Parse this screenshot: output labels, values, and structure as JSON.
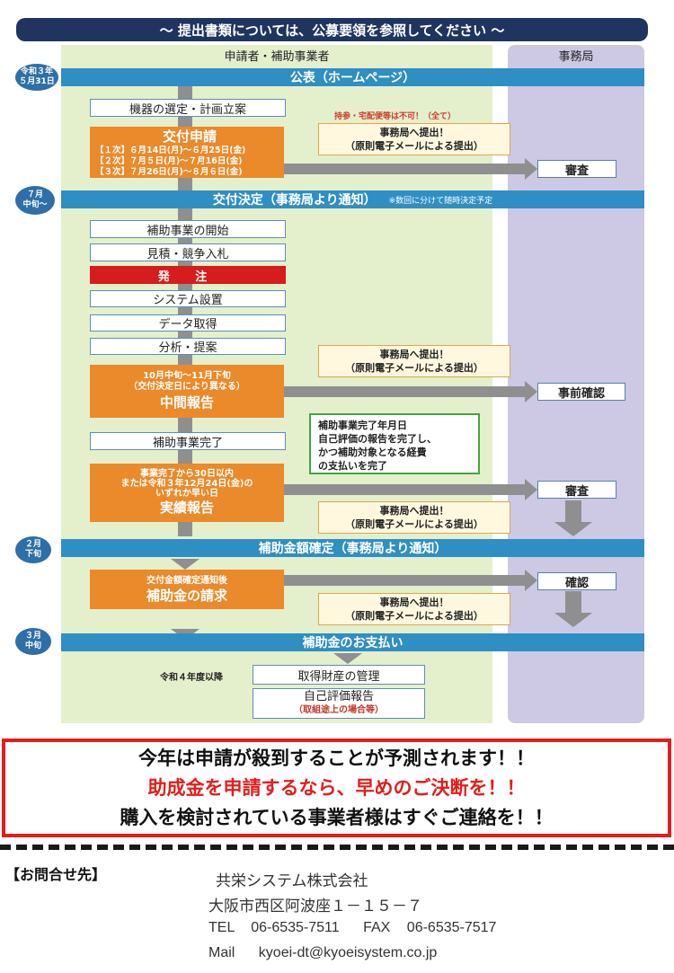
{
  "banner": "～ 提出書類については、公募要領を参照してください ～",
  "columns": {
    "applicant": "申請者・補助事業者",
    "office": "事務局"
  },
  "dates": {
    "d1": "令和３年\n５月31日",
    "d2": "７月\n中旬～",
    "d3": "２月\n下旬",
    "d4": "３月\n中旬"
  },
  "bars": {
    "announce": "公表（ホームページ）",
    "decision": "交付決定（事務局より通知）",
    "decision_note": "※数回に分けて随時決定予定",
    "confirm": "補助金額確定（事務局より通知）",
    "payment": "補助金のお支払い"
  },
  "steps": {
    "select": "機器の選定・計画立案",
    "start": "補助事業の開始",
    "estimate": "見積・競争入札",
    "order": "発 注",
    "install": "システム設置",
    "data": "データ取得",
    "analysis": "分析・提案",
    "complete": "補助事業完了",
    "manage": "取得財産の管理",
    "self_eval": "自己評価報告",
    "self_eval_note": "（取組途上の場合等）",
    "manage_label": "令和４年度以降"
  },
  "application": {
    "title": "交付申請",
    "rounds": [
      "【１次】６月14日(月)～６月25日(金)",
      "【２次】７月５日(月)～７月16日(金)",
      "【３次】７月26日(月)～８月６日(金)"
    ]
  },
  "interim": {
    "line1": "10月中旬～11月下旬",
    "line2": "（交付決定日により異なる）",
    "title": "中間報告"
  },
  "result": {
    "line1": "事業完了から30日以内",
    "line2": "または令和３年12月24日(金)の",
    "line3": "いずれか早い日",
    "title": "実績報告"
  },
  "claim": {
    "line1": "交付金額確定通知後",
    "title": "補助金の請求"
  },
  "callouts": {
    "note_top": "持参・宅配便等は不可！（全て）",
    "line1": "事務局へ提出！",
    "line2": "（原則電子メールによる提出）"
  },
  "completion_box": {
    "title": "補助事業完了年月日",
    "body": "自己評価の報告を完了し、\nかつ補助対象となる経費\nの支払いを完了"
  },
  "office_steps": {
    "review1": "審査",
    "pre_check": "事前確認",
    "review2": "審査",
    "check": "確認"
  },
  "alert": {
    "line1": "今年は申請が殺到することが予測されます！！",
    "line2": "助成金を申請するなら、早めのご決断を！！",
    "line3": "購入を検討されている事業者様はすぐご連絡を！！"
  },
  "contact": {
    "label": "【お問合せ先】",
    "company": "共栄システム株式会社",
    "address": "大阪市西区阿波座１－１５－７",
    "tel_label": "TEL",
    "tel": "06-6535-7511",
    "fax_label": "FAX",
    "fax": "06-6535-7517",
    "mail_label": "Mail",
    "mail": "kyoei-dt@kyoeisystem.co.jp"
  },
  "colors": {
    "navy": "#1f3560",
    "blue": "#2f8fc4",
    "orange": "#ea8a2a",
    "red": "#d61c1c",
    "green": "#42a642"
  }
}
